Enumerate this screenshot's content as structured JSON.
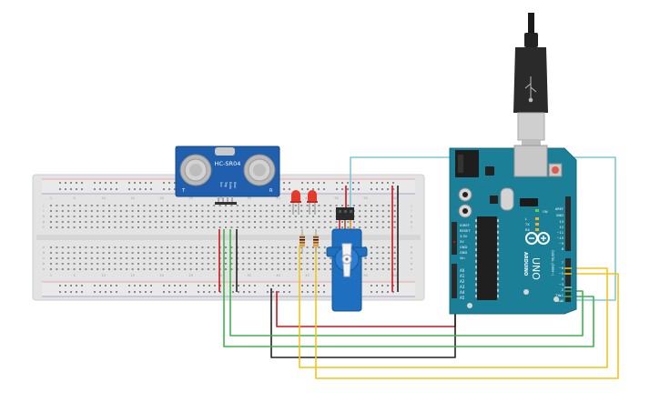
{
  "sensor": {
    "model_label": "HC-SR04",
    "pins": [
      "Vcc",
      "Trig",
      "Echo",
      "Gnd"
    ],
    "corner_labels": [
      "T",
      "R"
    ]
  },
  "arduino": {
    "brand": "ARDUINO",
    "model": "UNO",
    "power_labels": [
      "IOREF",
      "RESET",
      "3.3V",
      "5V",
      "GND",
      "GND",
      "Vin"
    ],
    "analog_labels": [
      "A0",
      "A1",
      "A2",
      "A3",
      "A4",
      "A5"
    ],
    "digital_labels": [
      "AREF",
      "GND",
      "13",
      "12",
      "~11",
      "~10",
      "~9",
      "8",
      "7",
      "~6",
      "~5",
      "4",
      "~3",
      "2",
      "TX▸1",
      "RX◂0"
    ],
    "digital_header": "DIGITAL (PWM~)",
    "on_label": "ON",
    "tx_label": "TX",
    "rx_label": "RX",
    "l_label": "L"
  },
  "breadboard": {
    "column_numbers": [
      "1",
      "5",
      "10",
      "15",
      "20",
      "25",
      "30",
      "35",
      "40",
      "45",
      "50",
      "55",
      "60"
    ],
    "row_letters_top": [
      "j",
      "i",
      "h",
      "g",
      "f"
    ],
    "row_letters_bottom": [
      "e",
      "d",
      "c",
      "b",
      "a"
    ]
  },
  "colors": {
    "wire_red": "#d2141c",
    "wire_black": "#222222",
    "wire_green": "#3cb44b",
    "wire_yellow": "#f0c419",
    "wire_cyan": "#7ec8d6",
    "board_blue": "#1b7f98",
    "led_red": "#e5392b",
    "servo_blue": "#1e6fc0"
  }
}
